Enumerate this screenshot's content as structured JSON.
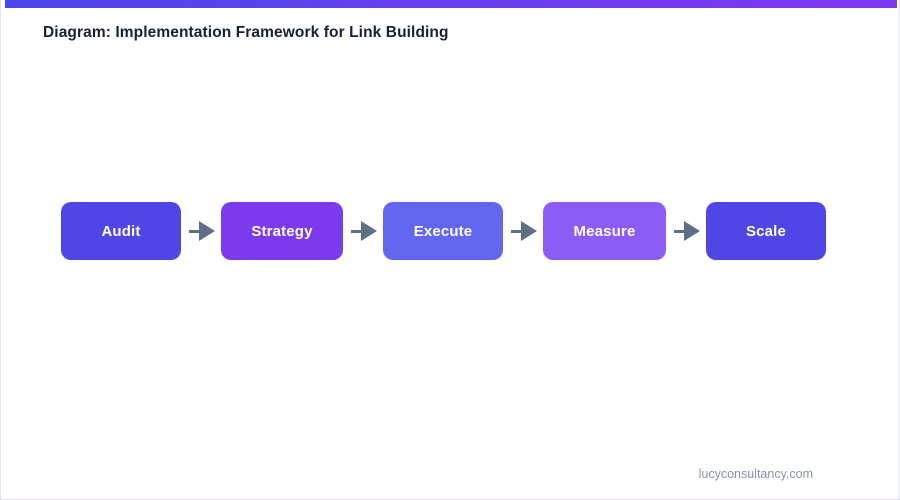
{
  "page": {
    "title": "Diagram: Implementation Framework for Link Building",
    "footer_text": "lucyconsultancy.com",
    "accent_start_color": "#4c46e8",
    "accent_end_color": "#8039f0",
    "background_color": "#ffffff",
    "border_color": "#dde3ed",
    "title_color": "#1a1f36",
    "footer_color": "#8892a8"
  },
  "diagram": {
    "type": "process-flow",
    "orientation": "horizontal",
    "connector_icon": "arrow-right-icon",
    "connector_color": "#5f7086",
    "nodes": [
      {
        "label": "Audit",
        "color": "#4f46e5",
        "width": 120
      },
      {
        "label": "Strategy",
        "color": "#7c3aed",
        "width": 122
      },
      {
        "label": "Execute",
        "color": "#6366f1",
        "width": 120
      },
      {
        "label": "Measure",
        "color": "#8b5cf6",
        "width": 123
      },
      {
        "label": "Scale",
        "color": "#4f46e5",
        "width": 120
      }
    ]
  }
}
